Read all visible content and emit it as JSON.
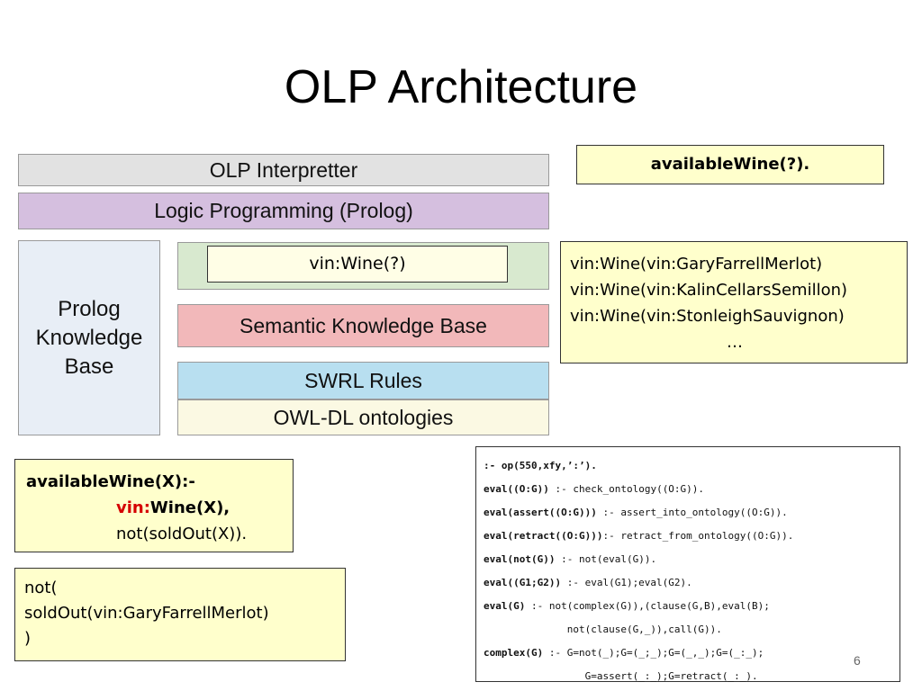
{
  "title": "OLP Architecture",
  "layers": {
    "interpreter": "OLP Interpretter",
    "logic": "Logic Programming (Prolog)",
    "prolog_kb": "Prolog\nKnowledge\nBase",
    "query": "vin:Wine(?)",
    "semantic_kb": "Semantic Knowledge Base",
    "swrl": "SWRL Rules",
    "owl": "OWL-DL ontologies"
  },
  "goal": "availableWine(?).",
  "results": [
    "vin:Wine(vin:GaryFarrellMerlot)",
    "vin:Wine(vin:KalinCellarsSemillon)",
    "vin:Wine(vin:StonleighSauvignon)",
    "…"
  ],
  "rule": {
    "head": "availableWine(X):-",
    "prefix": "vin:",
    "body1": "Wine(X),",
    "body2": "not(soldOut(X))."
  },
  "negation": [
    "not(",
    "soldOut(vin:GaryFarrellMerlot)",
    ")"
  ],
  "code_lines": [
    {
      "k": ":- op(550,xfy,’:’).",
      "r": ""
    },
    {
      "k": "eval((O:G))",
      "r": " :- check_ontology((O:G))."
    },
    {
      "k": "eval(assert((O:G)))",
      "r": " :- assert_into_ontology((O:G))."
    },
    {
      "k": "eval(retract((O:G)))",
      "r": ":- retract_from_ontology((O:G))."
    },
    {
      "k": "eval(not(G))",
      "r": " :- not(eval(G))."
    },
    {
      "k": "eval((G1;G2))",
      "r": " :- eval(G1);eval(G2)."
    },
    {
      "k": "eval(G)",
      "r": " :- not(complex(G)),(clause(G,B),eval(B);"
    },
    {
      "k": "",
      "r": "              not(clause(G,_)),call(G))."
    },
    {
      "k": "complex(G)",
      "r": " :- G=not(_);G=(_;_);G=(_,_);G=(_:_);"
    },
    {
      "k": "",
      "r": "                 G=assert(_:_);G=retract(_:_)."
    }
  ],
  "page_number": "6"
}
